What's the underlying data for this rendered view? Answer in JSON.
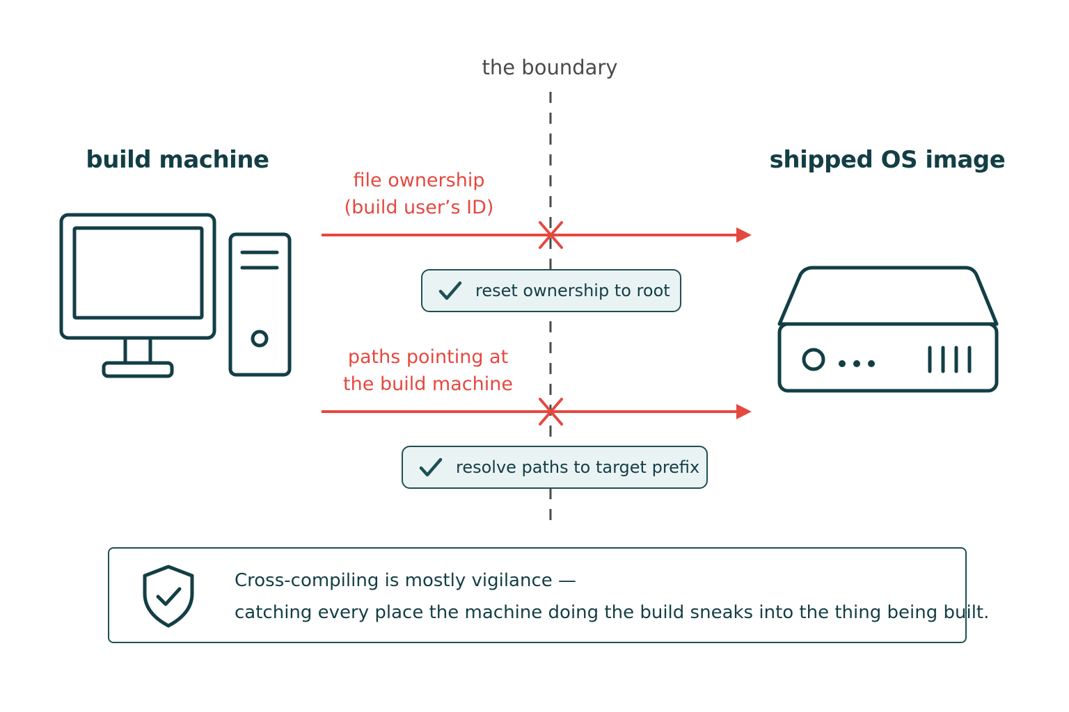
{
  "boundary": {
    "label": "the boundary"
  },
  "left": {
    "title": "build machine",
    "icon": "desktop-computer-icon"
  },
  "right": {
    "title": "shipped OS image",
    "icon": "server-box-icon"
  },
  "flows": [
    {
      "problem_line1": "file ownership",
      "problem_line2": "(build user’s ID)",
      "fix": "reset ownership to root"
    },
    {
      "problem_line1": "paths pointing at",
      "problem_line2": "the build machine",
      "fix": "resolve paths to target prefix"
    }
  ],
  "summary": {
    "icon": "shield-check-icon",
    "line1": "Cross-compiling is mostly vigilance —",
    "line2": "catching every place the machine doing the build sneaks into the thing being built."
  },
  "colors": {
    "dark_teal": "#133e45",
    "red": "#e5483f",
    "pill_fill": "#eaf3f3",
    "boundary_gray": "#4a4a4a"
  }
}
